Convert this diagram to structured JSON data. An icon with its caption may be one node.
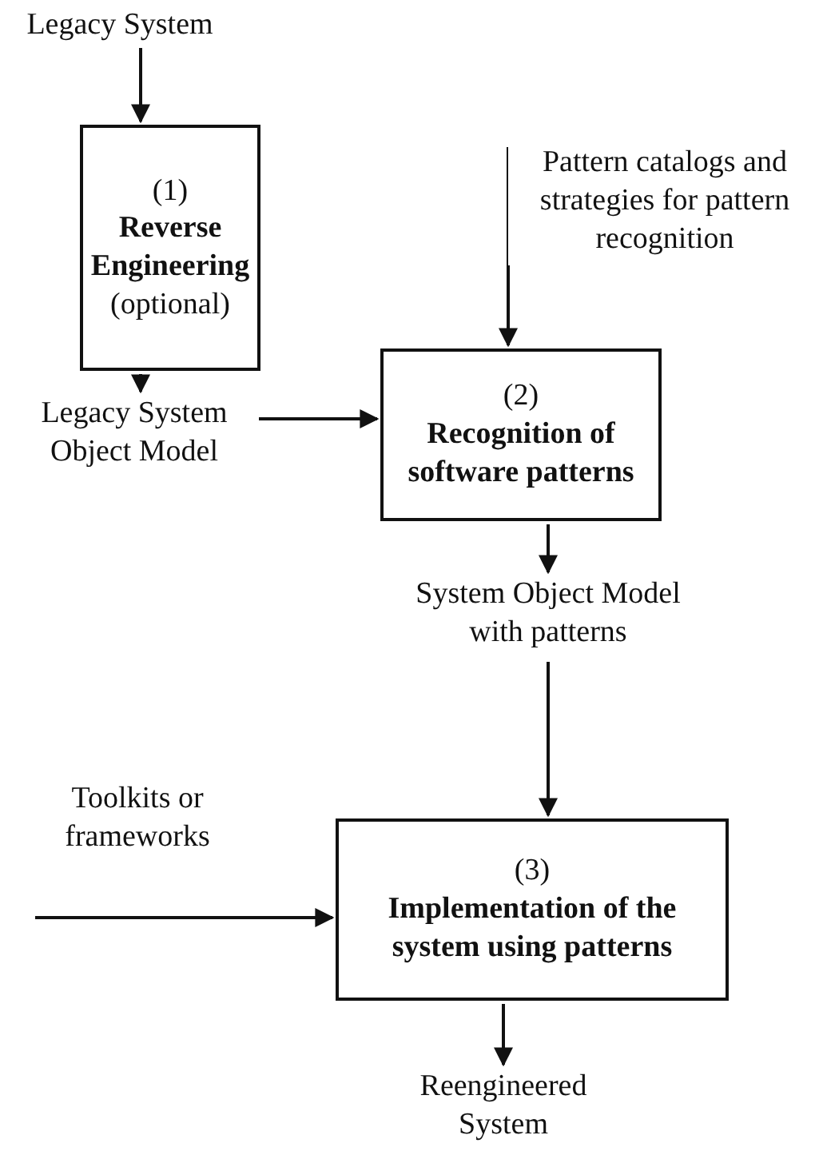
{
  "diagram": {
    "nodes": [
      {
        "text": [
          "Legacy System"
        ]
      },
      {
        "text": [
          "(1)",
          "Reverse Engineering",
          "(optional)"
        ]
      },
      {
        "text": [
          "Pattern catalogs and strategies for pattern recognition"
        ]
      },
      {
        "text": [
          "Legacy System Object Model"
        ]
      },
      {
        "text": [
          "(2)",
          "Recognition of software patterns"
        ]
      },
      {
        "text": [
          "System Object Model with patterns"
        ]
      },
      {
        "text": [
          "Toolkits or frameworks"
        ]
      },
      {
        "text": [
          "(3)",
          "Implementation of the system using patterns"
        ]
      },
      {
        "text": [
          "Reengineered System"
        ]
      }
    ],
    "edges": [
      {
        "from": 0,
        "to": 1,
        "arrow": "to"
      },
      {
        "from": 1,
        "to": 3,
        "arrow": "to"
      },
      {
        "from": 2,
        "to": 4,
        "arrow": "to"
      },
      {
        "from": 3,
        "to": 4,
        "arrow": "to"
      },
      {
        "from": 4,
        "to": 5,
        "arrow": "to"
      },
      {
        "from": 5,
        "to": 7,
        "arrow": "to"
      },
      {
        "from": 6,
        "to": 7,
        "arrow": "to"
      },
      {
        "from": 7,
        "to": 8,
        "arrow": "to"
      }
    ]
  }
}
